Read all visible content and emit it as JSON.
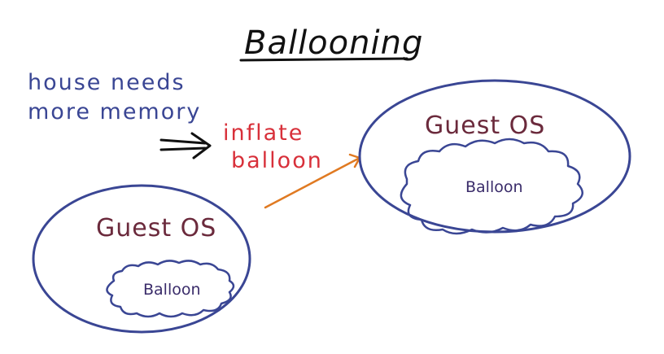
{
  "title": "Ballooning",
  "note": {
    "line1": "house needs",
    "line2": "more memory",
    "arrow": "⇒"
  },
  "action": {
    "line1": "inflate",
    "line2": "balloon"
  },
  "guests": [
    {
      "label": "Guest OS",
      "balloon_label": "Balloon",
      "balloon_size": "small"
    },
    {
      "label": "Guest OS",
      "balloon_label": "Balloon",
      "balloon_size": "large"
    }
  ],
  "colors": {
    "title": "#111111",
    "note": "#3a4694",
    "action": "#d8303a",
    "guest_label": "#6b2a3c",
    "ellipse": "#3a4694",
    "cloud": "#3a4694",
    "balloon_label": "#3a2c6a",
    "arrow": "#e07a22",
    "black": "#111111"
  }
}
